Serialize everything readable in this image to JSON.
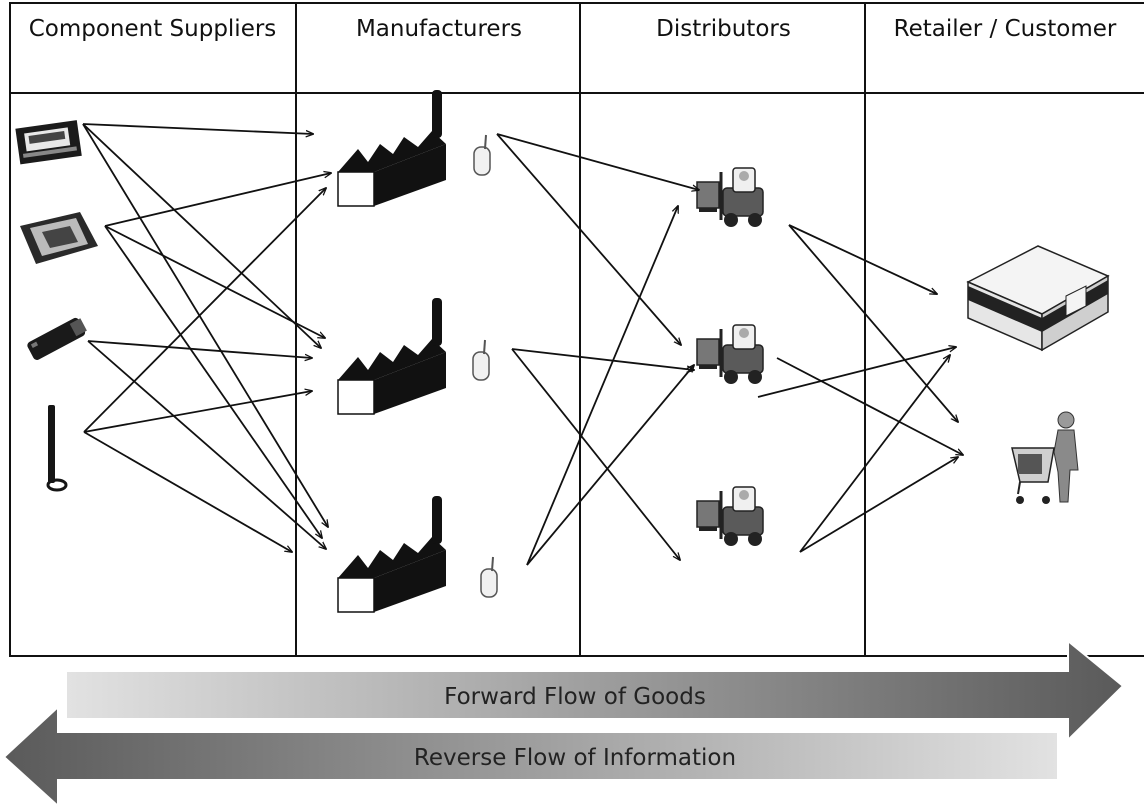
{
  "columns": [
    {
      "title": "Component Suppliers"
    },
    {
      "title": "Manufacturers"
    },
    {
      "title": "Distributors"
    },
    {
      "title": "Retailer / Customer"
    }
  ],
  "flows": {
    "forward": "Forward Flow of Goods",
    "reverse": "Reverse Flow of Information"
  },
  "icons": {
    "suppliers": [
      "circuit-board-icon",
      "processor-chip-icon",
      "memory-stick-icon",
      "antenna-icon"
    ],
    "manufacturers": [
      "factory-icon",
      "factory-icon",
      "factory-icon"
    ],
    "distributors": [
      "forklift-icon",
      "forklift-icon",
      "forklift-icon"
    ],
    "retail": [
      "store-building-icon",
      "shopper-cart-icon"
    ]
  },
  "colors": {
    "line": "#111111",
    "arrow_gray": "#9a9a9a",
    "arrow_light": "#e4e4e4"
  }
}
